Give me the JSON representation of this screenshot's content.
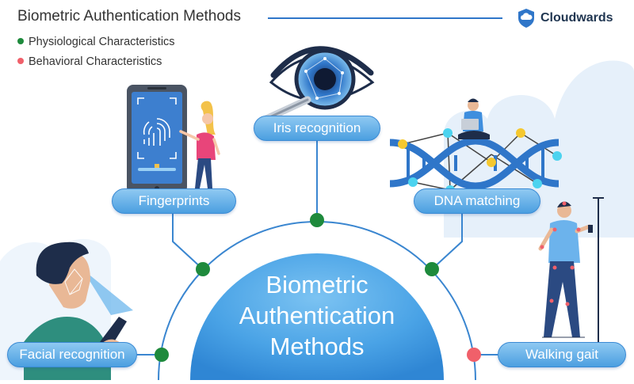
{
  "header": {
    "title": "Biometric Authentication Methods",
    "brand": "Cloudwards",
    "brand_icon": "cloud-shield-icon",
    "rule_color": "#2f76c9"
  },
  "legend": [
    {
      "label": "Physiological Characteristics",
      "color": "#1e8a3c"
    },
    {
      "label": "Behavioral Characteristics",
      "color": "#f0606a"
    }
  ],
  "center": {
    "lines": [
      "Biometric",
      "Authentication",
      "Methods"
    ]
  },
  "methods": [
    {
      "label": "Fingerprints",
      "type": "physiological",
      "icon": "smartphone-fingerprint-icon"
    },
    {
      "label": "Iris recognition",
      "type": "physiological",
      "icon": "eye-magnifier-icon"
    },
    {
      "label": "DNA matching",
      "type": "physiological",
      "icon": "dna-helix-icon"
    },
    {
      "label": "Facial recognition",
      "type": "physiological",
      "icon": "face-scan-icon"
    },
    {
      "label": "Walking gait",
      "type": "behavioral",
      "icon": "walking-person-icon"
    }
  ],
  "colors": {
    "accent_blue": "#2f76c9",
    "node_physiological": "#1e8a3c",
    "node_behavioral": "#f0606a",
    "cloud": "#e3eefa"
  }
}
